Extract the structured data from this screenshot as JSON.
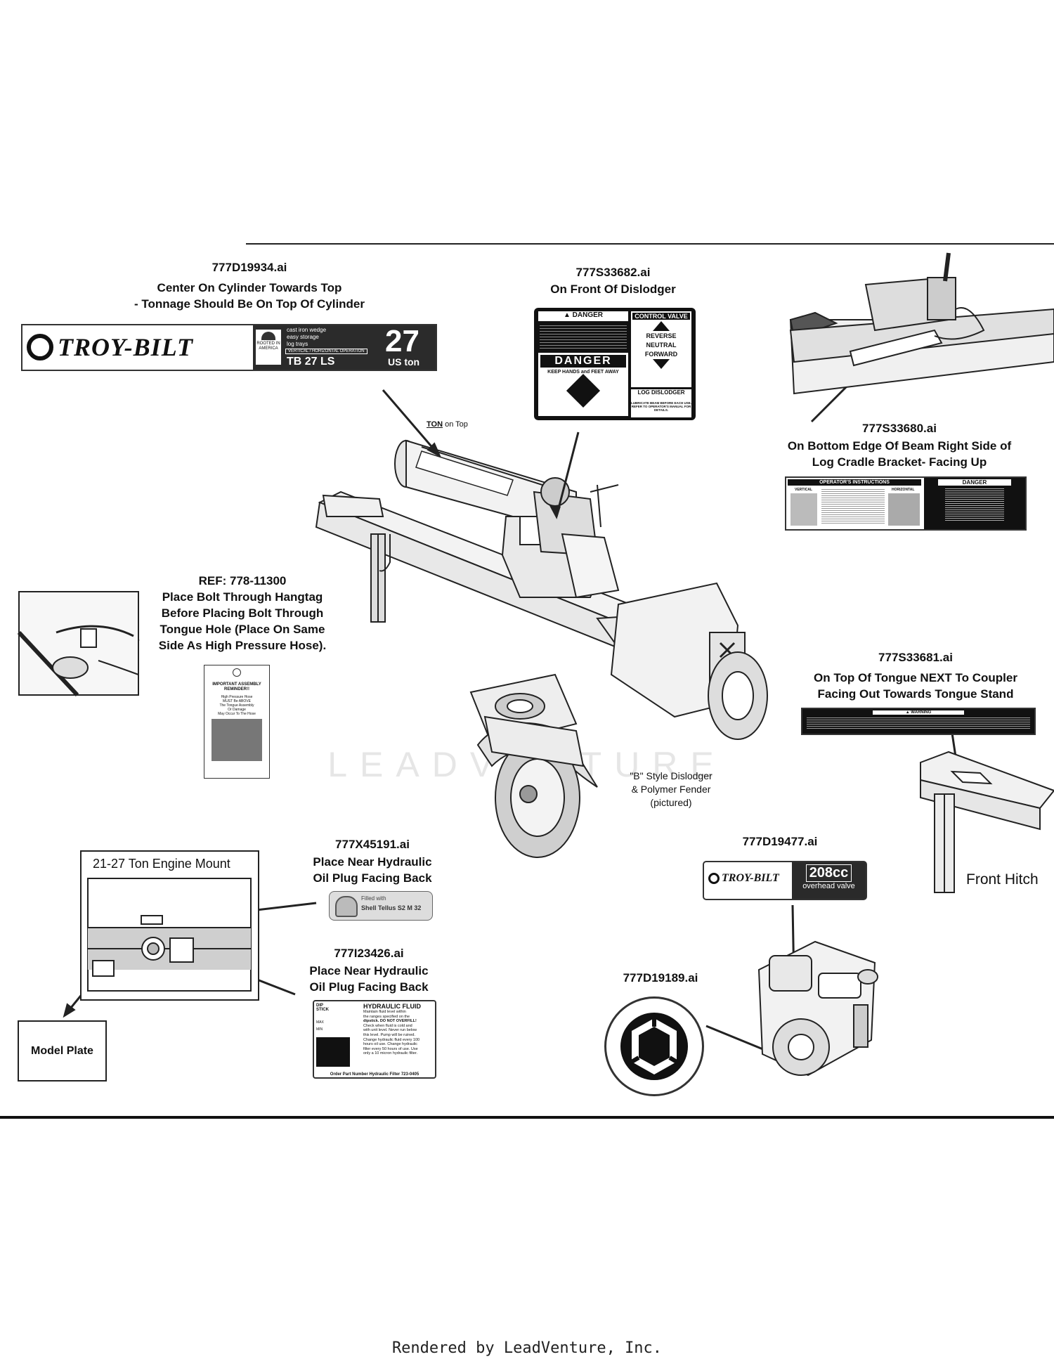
{
  "labels": {
    "l1": {
      "file": "777D19934.ai",
      "lines": [
        "Center On Cylinder Towards Top",
        "- Tonnage Should Be On Top Of Cylinder"
      ]
    },
    "l2": {
      "file": "777S33682.ai",
      "lines": [
        "On Front Of Dislodger"
      ]
    },
    "l3": {
      "file": "777S33680.ai",
      "lines": [
        "On Bottom Edge Of Beam Right Side of",
        "Log Cradle Bracket- Facing Up"
      ]
    },
    "l4": {
      "file": "REF: 778-11300",
      "lines": [
        "Place Bolt Through Hangtag",
        "Before Placing Bolt Through",
        "Tongue Hole (Place On Same",
        "Side As High Pressure Hose)."
      ]
    },
    "l5": {
      "file": "777S33681.ai",
      "lines": [
        "On Top Of Tongue NEXT To Coupler",
        "Facing Out Towards Tongue Stand"
      ]
    },
    "l6": {
      "file": "777X45191.ai",
      "lines": [
        "Place Near Hydraulic",
        "Oil Plug Facing Back"
      ]
    },
    "l7": {
      "file": "777I23426.ai",
      "lines": [
        "Place Near Hydraulic",
        "Oil Plug Facing Back"
      ]
    },
    "l8": {
      "file": "777D19477.ai"
    },
    "l9": {
      "file": "777D19189.ai"
    }
  },
  "decal_troybilt": {
    "brand": "TROY-BILT",
    "made_in": "ROOTED IN AMERICA",
    "features": [
      "cast iron wedge",
      "easy storage",
      "log trays"
    ],
    "operation": "VERTICAL / HORIZONTAL OPERATION",
    "model": "TB 27 LS",
    "tonnage": "27",
    "unit": "US ton"
  },
  "decal_danger": {
    "header_left": "DANGER",
    "header_right": "CONTROL VALVE",
    "reverse": "REVERSE",
    "neutral": "NEUTRAL",
    "forward": "FORWARD",
    "danger_big": "DANGER",
    "keep": "KEEP HANDS and FEET AWAY",
    "log_dislodger": "LOG DISLODGER",
    "lubricate": "LUBRICATE BEAM BEFORE EACH USE. REFER TO OPERATOR'S MANUAL FOR DETAILS."
  },
  "decal_operators": {
    "left": "OPERATOR'S INSTRUCTIONS",
    "right": "DANGER",
    "vertical": "VERTICAL",
    "horizontal": "HORIZONTAL"
  },
  "decal_warning": {
    "title": "WARNING"
  },
  "decal_hangtag": {
    "title": "IMPORTANT ASSEMBLY REMINDER!!",
    "body": [
      "High Pressure Hose",
      "MUST Be ABOVE",
      "The Tongue Assembly",
      "Or Damage",
      "May Occur To The Hose"
    ]
  },
  "decal_shell": {
    "line1": "Filled with",
    "line2": "Shell Tellus S2 M 32"
  },
  "decal_hydraulic": {
    "title": "HYDRAULIC FLUID",
    "dip": "DIP STICK",
    "max": "MAX",
    "min": "MIN",
    "body": [
      "Maintain fluid level within",
      "the ranges specified on the",
      "dipstick. DO NOT OVERFILL!",
      "Check when fluid is cold and",
      "with unit level. Never run below",
      "this level. Pump will be ruined.",
      "Change hydraulic fluid every 100",
      "hours oil use. Change hydraulic",
      "filter every 50 hours of use. Use",
      "only a 10 micron hydraulic filter."
    ],
    "footer": "Order Part Number Hydraulic Filter 723-0405"
  },
  "decal_208": {
    "brand": "TROY-BILT",
    "cc": "208cc",
    "valve": "overhead valve"
  },
  "annotations": {
    "ton_on_top_bold": "TON",
    "ton_on_top_rest": " on Top",
    "dislodger_note": [
      "\"B\" Style Dislodger",
      "& Polymer Fender",
      "(pictured)"
    ],
    "engine_mount_title": "21-27 Ton Engine Mount",
    "model_plate": "Model Plate",
    "front_hitch": "Front Hitch",
    "watermark": "LEADVENTURE"
  },
  "footer": "Rendered by LeadVenture, Inc."
}
